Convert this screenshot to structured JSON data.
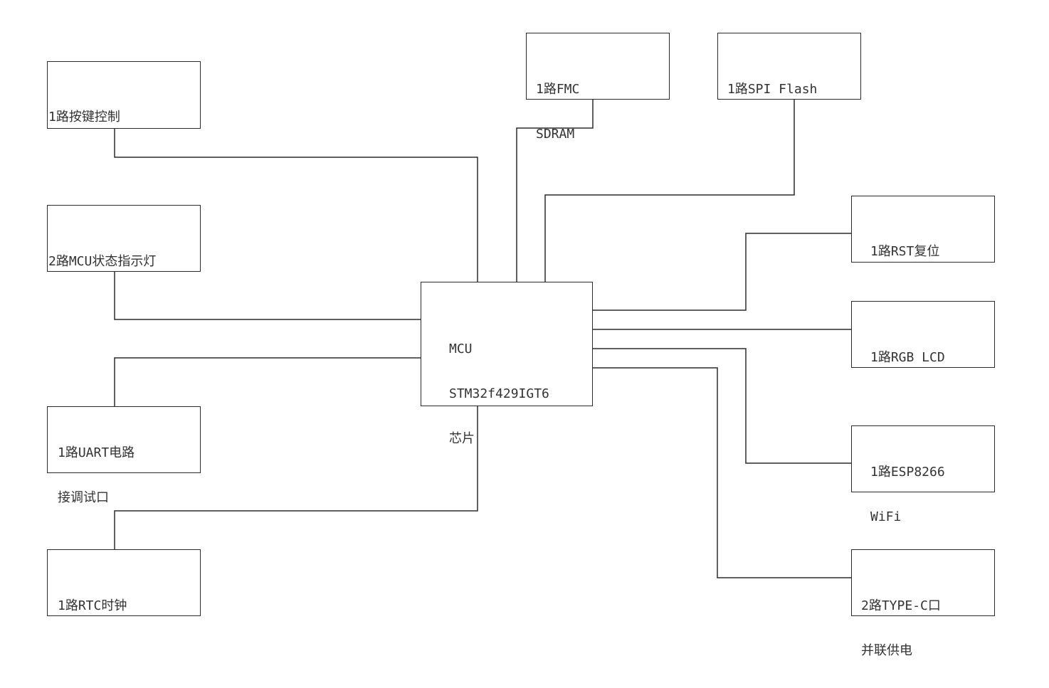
{
  "diagram": {
    "mcu": {
      "lines": [
        "MCU",
        "STM32f429IGT6",
        "芯片"
      ]
    },
    "keys": {
      "lines": [
        "1路按键控制"
      ]
    },
    "leds": {
      "lines": [
        "2路MCU状态指示灯"
      ]
    },
    "uart": {
      "lines": [
        "1路UART电路",
        "接调试口"
      ]
    },
    "rtc": {
      "lines": [
        "1路RTC时钟"
      ]
    },
    "sdram": {
      "lines": [
        "1路FMC",
        "SDRAM"
      ]
    },
    "spiflash": {
      "lines": [
        "1路SPI Flash"
      ]
    },
    "rst": {
      "lines": [
        "1路RST复位"
      ]
    },
    "lcd": {
      "lines": [
        "1路RGB LCD"
      ]
    },
    "wifi": {
      "lines": [
        "1路ESP8266",
        "WiFi"
      ]
    },
    "power": {
      "lines": [
        "2路TYPE-C口",
        "并联供电"
      ]
    }
  }
}
